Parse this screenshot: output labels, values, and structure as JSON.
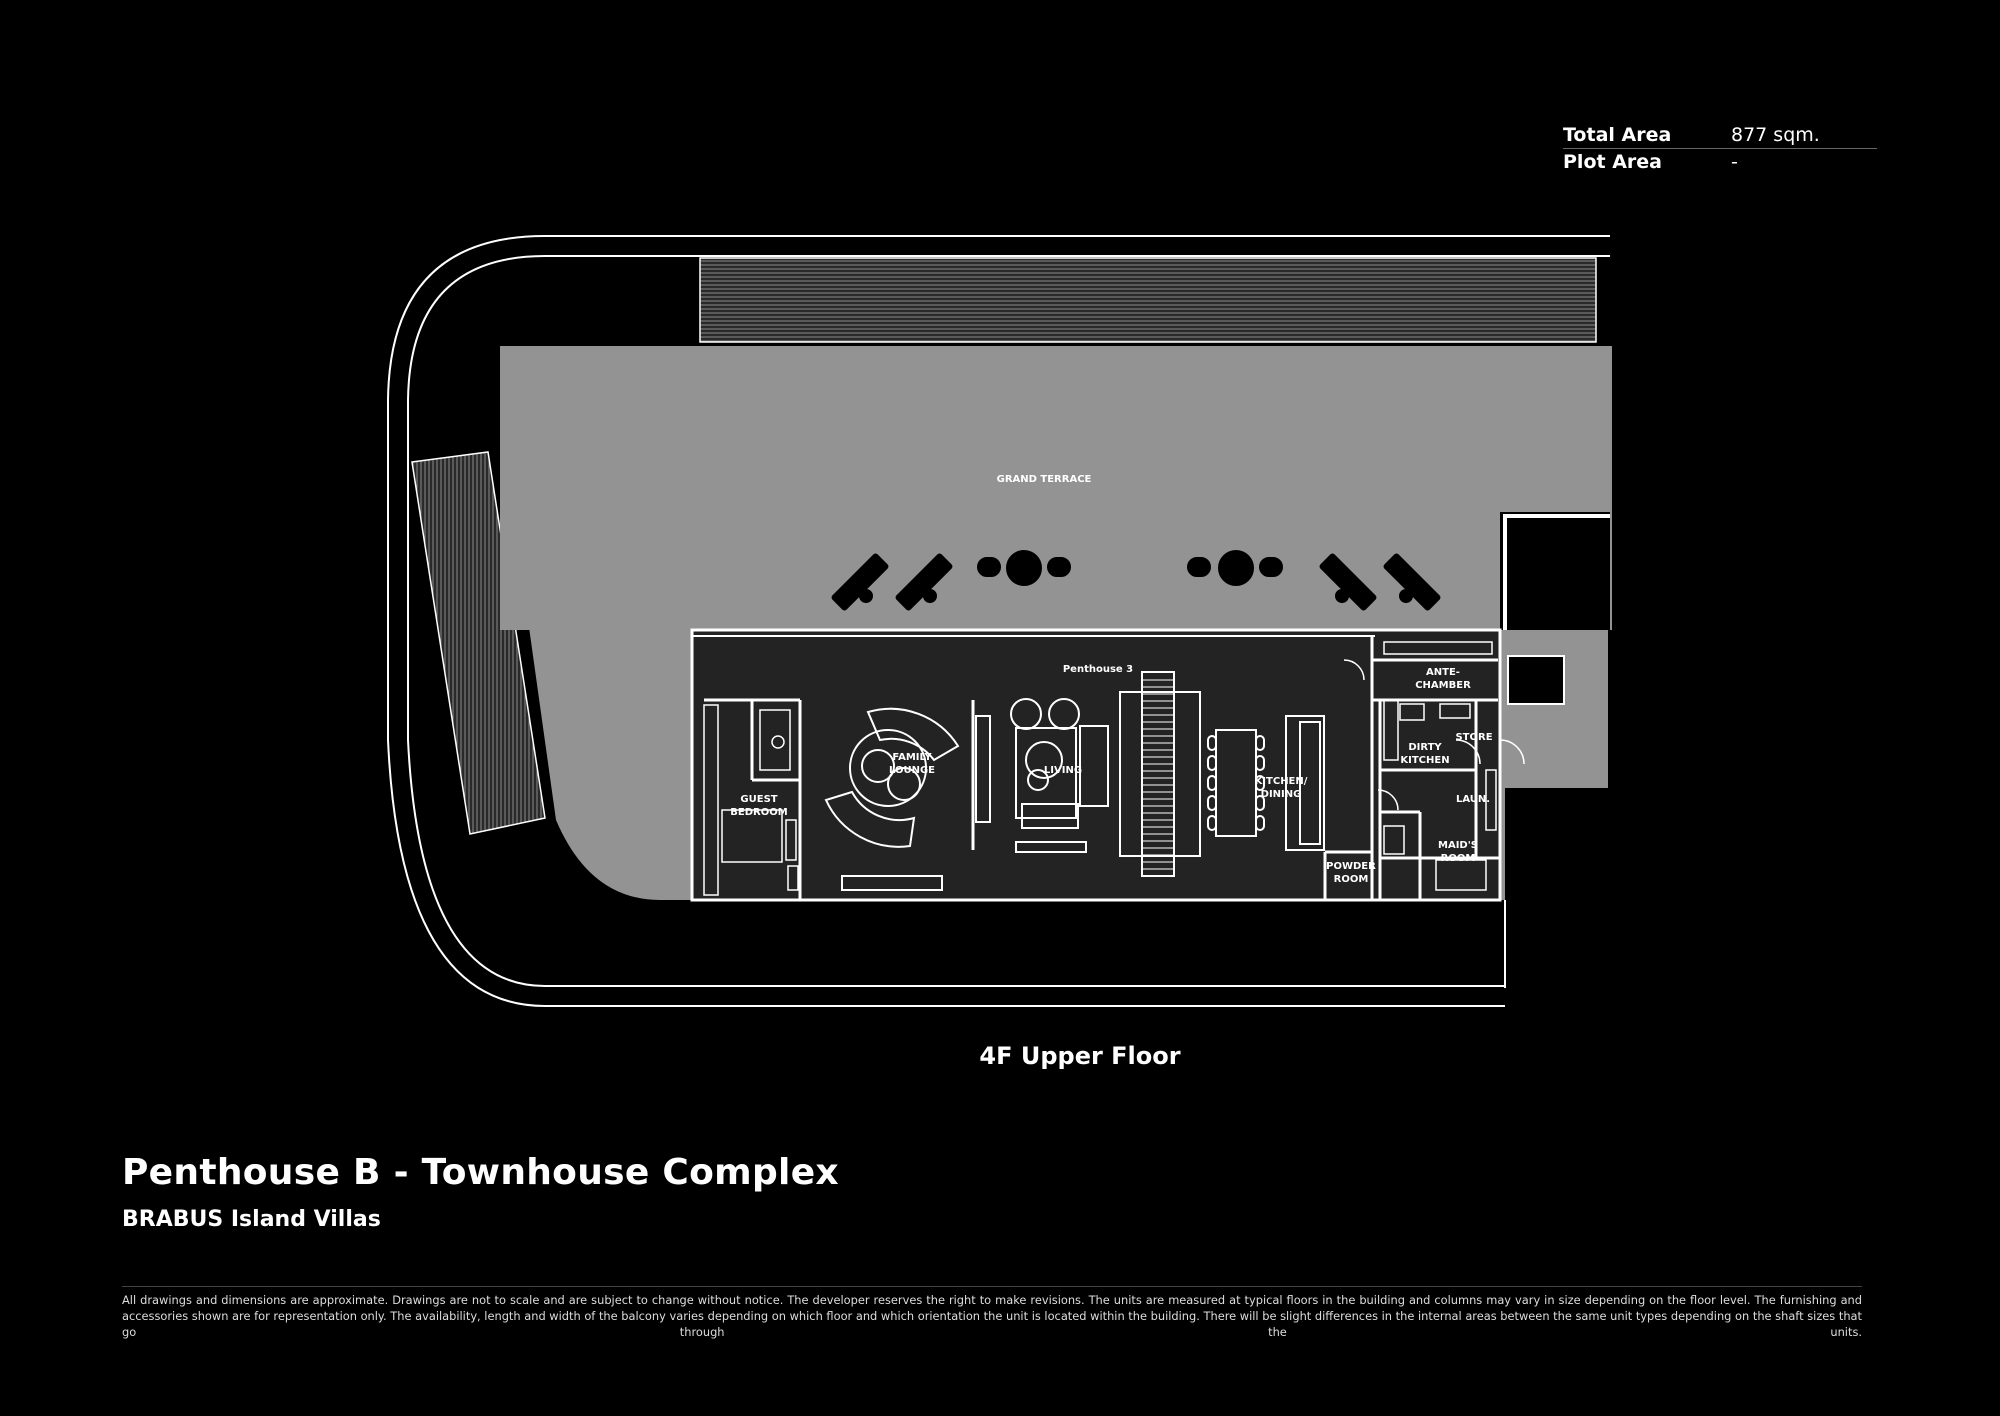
{
  "area": {
    "total_label": "Total Area",
    "total_value": "877 sqm.",
    "plot_label": "Plot Area",
    "plot_value": "-"
  },
  "plan": {
    "terrace": "GRAND TERRACE",
    "unit": "Penthouse 3",
    "rooms": {
      "family_1": "FAMILY",
      "family_2": "LOUNGE",
      "living": "LIVING",
      "guest_1": "GUEST",
      "guest_2": "BEDROOM",
      "kitchen_1": "KITCHEN/",
      "kitchen_2": "DINING",
      "ante_1": "ANTE-",
      "ante_2": "CHAMBER",
      "dirty_1": "DIRTY",
      "dirty_2": "KITCHEN",
      "store": "STORE",
      "laun": "LAUN.",
      "maid_1": "MAID'S",
      "maid_2": "ROOM",
      "powder_1": "POWDER",
      "powder_2": "ROOM"
    }
  },
  "floor_label": "4F Upper Floor",
  "title": "Penthouse B - Townhouse Complex",
  "subtitle": "BRABUS Island Villas",
  "disclaimer": "All drawings and dimensions are approximate. Drawings are not to scale and are subject to change without notice. The developer reserves the right to make revisions. The units are measured at typical floors in the building and columns may vary in size depending on the floor level. The furnishing and accessories shown are for representation only. The availability, length and width of the balcony varies depending on which floor and which orientation the unit is located within the building. There will be slight differences in the internal areas between the same unit types depending on the shaft sizes that go through the units."
}
